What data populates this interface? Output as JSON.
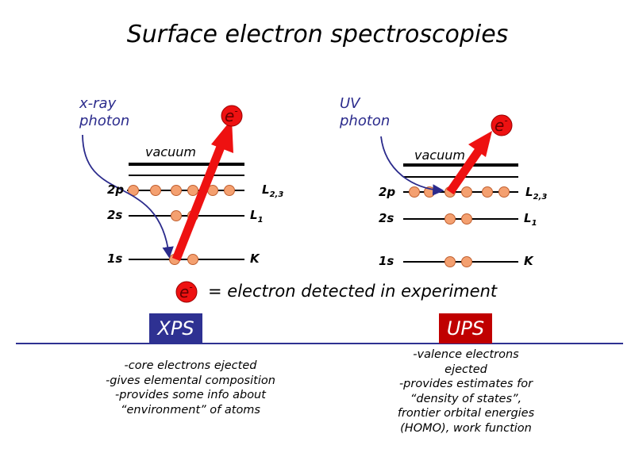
{
  "title": "Surface electron spectroscopies",
  "xps": {
    "photon_label": [
      "x-ray",
      "photon"
    ],
    "vacuum_label": "vacuum",
    "levels": [
      {
        "orbital": "2p",
        "shell": "L",
        "sub": "2,3"
      },
      {
        "orbital": "2s",
        "shell": "L",
        "sub": "1"
      },
      {
        "orbital": "1s",
        "shell": "K",
        "sub": ""
      }
    ],
    "box_label": "XPS",
    "box_color": "#2e3192",
    "notes": [
      "-core electrons ejected",
      "-gives elemental composition",
      "-provides some info about",
      "“environment” of atoms"
    ]
  },
  "ups": {
    "photon_label": [
      "UV",
      "photon"
    ],
    "vacuum_label": "vacuum",
    "levels": [
      {
        "orbital": "2p",
        "shell": "L",
        "sub": "2,3"
      },
      {
        "orbital": "2s",
        "shell": "L",
        "sub": "1"
      },
      {
        "orbital": "1s",
        "shell": "K",
        "sub": ""
      }
    ],
    "box_label": "UPS",
    "box_color": "#c00000",
    "notes": [
      "-valence electrons",
      "ejected",
      "-provides estimates for",
      "“density of states”,",
      "frontier orbital energies",
      "(HOMO), work function"
    ]
  },
  "electron_symbol": "e",
  "legend_text": "= electron detected in experiment",
  "colors": {
    "electron": "#f4a070",
    "arrow": "#ee1111",
    "photon": "#2b2b8c",
    "divider": "#2e3192"
  }
}
